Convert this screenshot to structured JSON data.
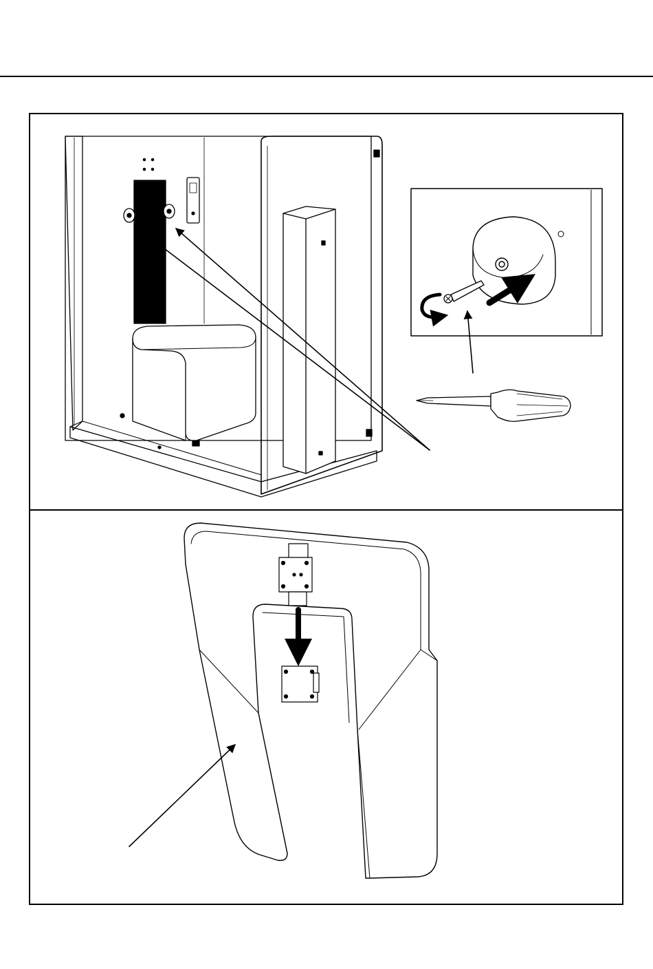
{
  "page": {
    "background": "#ffffff",
    "line_color": "#000000"
  },
  "figures": [
    {
      "icon": "sauna-cabin-illustration",
      "items": [
        "backrest-mount-knob-left",
        "backrest-mount-knob-right",
        "control-panel",
        "bench-seat",
        "glass-door",
        "heater-column"
      ]
    },
    {
      "icon": "screw-and-knob-detail",
      "items": [
        "rotate-arrow",
        "push-arrow",
        "screw",
        "knob"
      ]
    },
    {
      "icon": "screwdriver-icon"
    },
    {
      "icon": "backrest-panel-illustration",
      "items": [
        "upper-bracket",
        "lower-bracket",
        "down-arrow"
      ]
    }
  ]
}
